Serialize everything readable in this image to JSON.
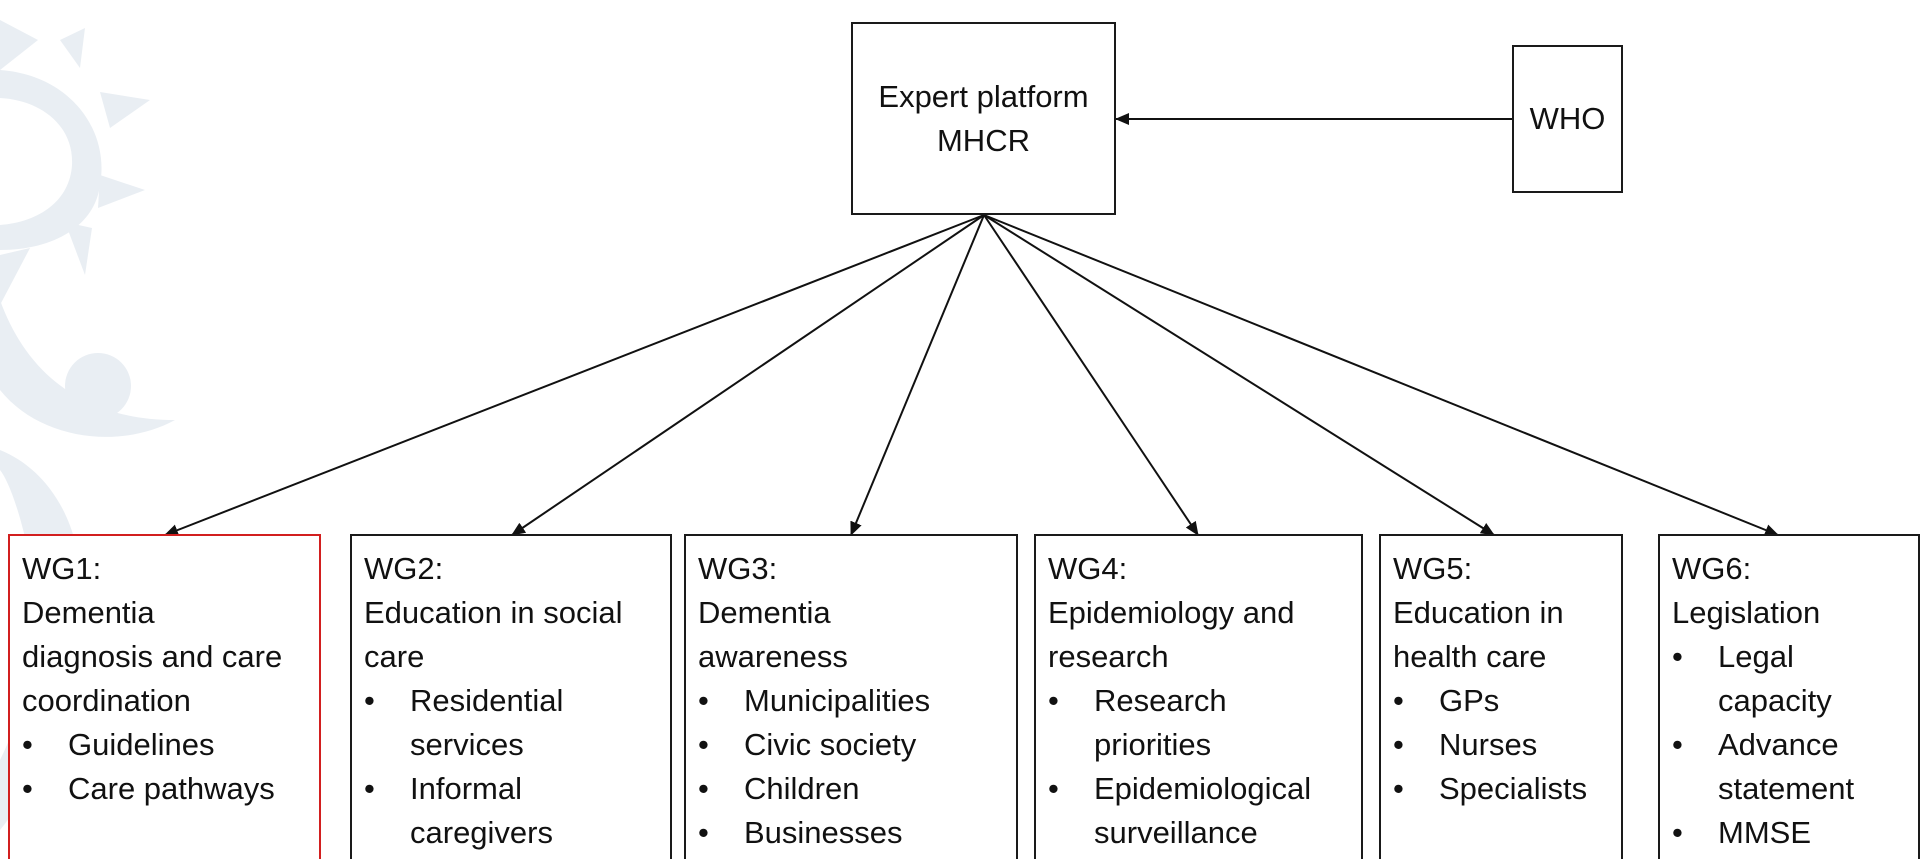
{
  "top_box": {
    "line1": "Expert platform",
    "line2": "MHCR"
  },
  "side_box": {
    "label": "WHO"
  },
  "colors": {
    "border": "#1a1a1a",
    "highlight_border": "#d21f1f",
    "background_logo": "#e8edf2"
  },
  "working_groups": [
    {
      "id": "WG1:",
      "title_lines": [
        "Dementia",
        "diagnosis and care",
        "coordination"
      ],
      "items": [
        [
          "Guidelines"
        ],
        [
          "Care pathways"
        ]
      ],
      "highlighted": true
    },
    {
      "id": "WG2:",
      "title_lines": [
        "Education in social",
        "care"
      ],
      "items": [
        [
          "Residential",
          "services"
        ],
        [
          "Informal",
          "caregivers"
        ]
      ],
      "highlighted": false
    },
    {
      "id": "WG3:",
      "title_lines": [
        "Dementia",
        "awareness"
      ],
      "items": [
        [
          "Municipalities"
        ],
        [
          "Civic society"
        ],
        [
          "Children"
        ],
        [
          "Businesses"
        ]
      ],
      "highlighted": false
    },
    {
      "id": "WG4:",
      "title_lines": [
        "Epidemiology and",
        "research"
      ],
      "items": [
        [
          "Research",
          "priorities"
        ],
        [
          "Epidemiological",
          "surveillance"
        ]
      ],
      "highlighted": false
    },
    {
      "id": "WG5:",
      "title_lines": [
        "Education in",
        "health care"
      ],
      "items": [
        [
          "GPs"
        ],
        [
          "Nurses"
        ],
        [
          "Specialists"
        ]
      ],
      "highlighted": false
    },
    {
      "id": "WG6:",
      "title_lines": [
        "Legislation"
      ],
      "items": [
        [
          "Legal",
          "capacity"
        ],
        [
          "Advance",
          "statement"
        ],
        [
          "MMSE"
        ]
      ],
      "highlighted": false
    }
  ]
}
